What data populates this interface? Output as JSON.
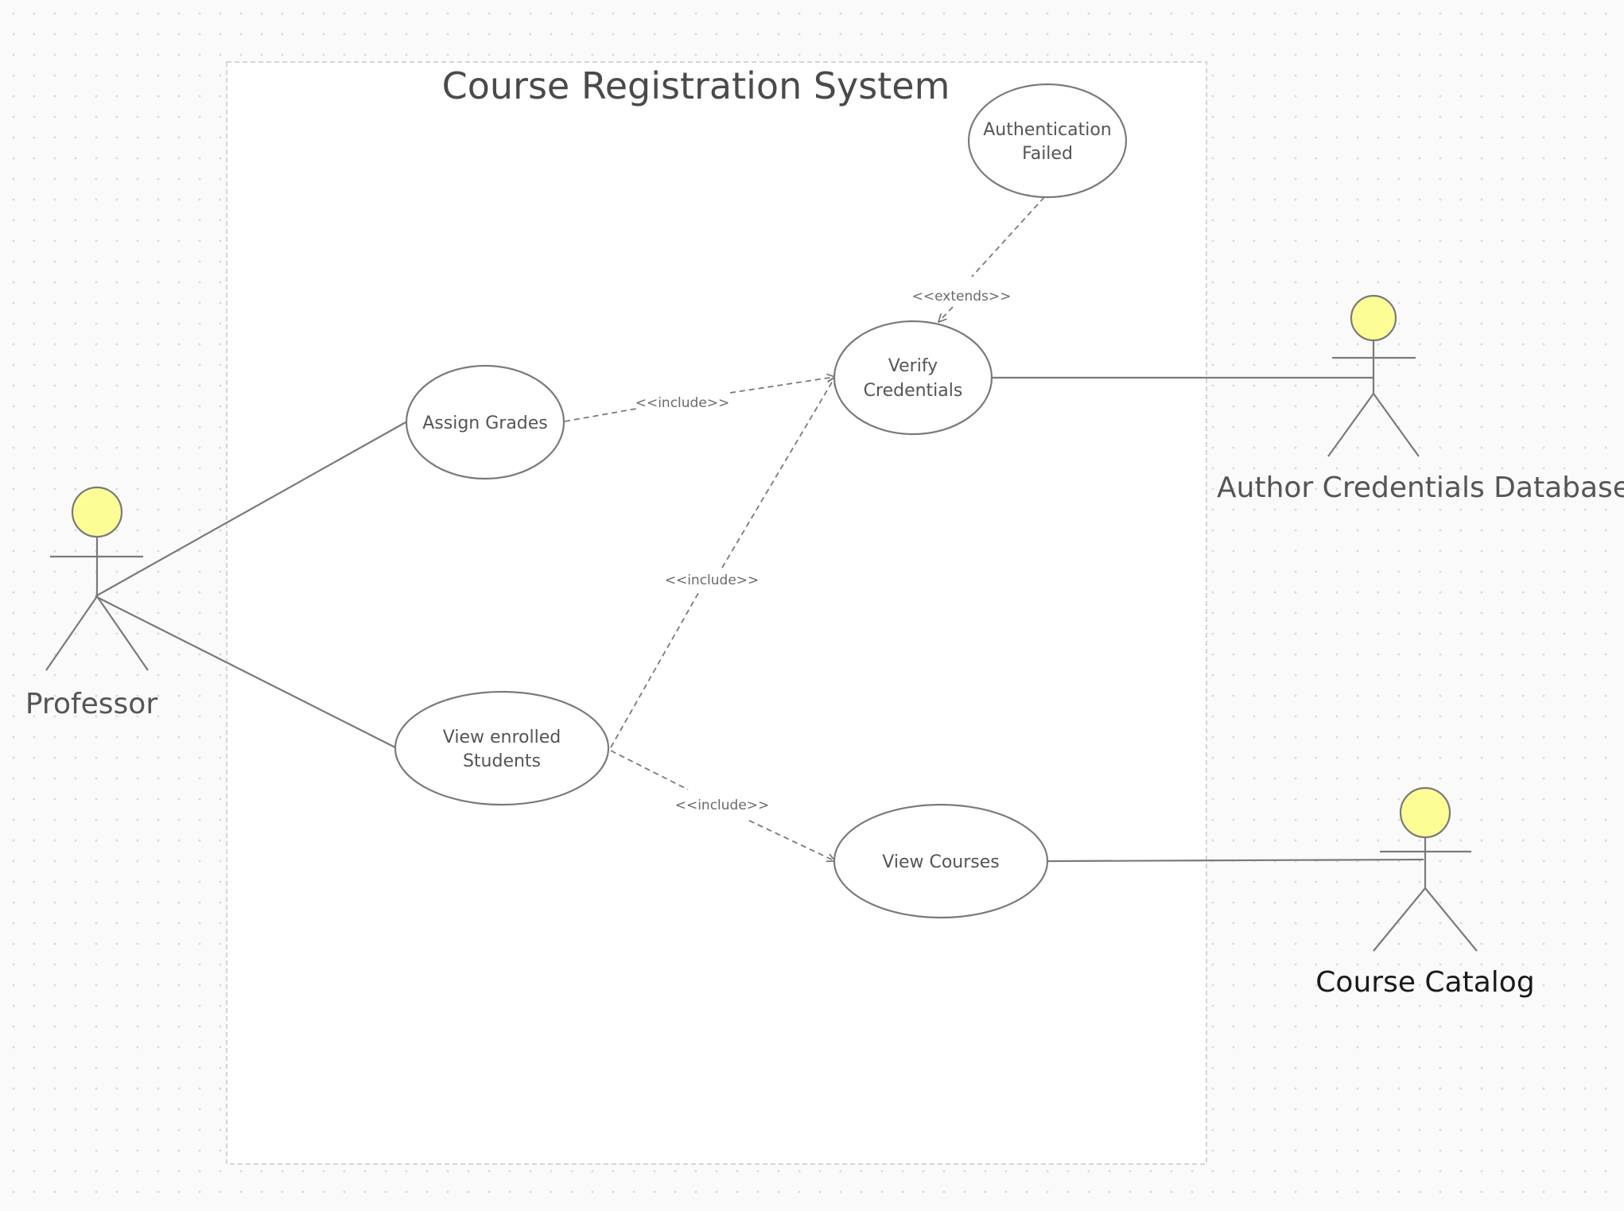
{
  "system": {
    "title": "Course Registration System"
  },
  "actors": {
    "professor": {
      "label": "Professor"
    },
    "auth_db": {
      "label": "Author Credentials Database"
    },
    "catalog": {
      "label": "Course Catalog"
    }
  },
  "use_cases": {
    "auth_failed": {
      "line1": "Authentication",
      "line2": "Failed"
    },
    "verify": {
      "line1": "Verify",
      "line2": "Credentials"
    },
    "assign": {
      "line1": "Assign Grades"
    },
    "view_enrolled": {
      "line1": "View enrolled",
      "line2": "Students"
    },
    "view_courses": {
      "line1": "View Courses"
    }
  },
  "relations": {
    "extends_label": "<<extends>>",
    "include_assign_verify": "<<include>>",
    "include_enrolled_verify": "<<include>>",
    "include_enrolled_courses": "<<include>>"
  },
  "colors": {
    "actor_head": "#fdfd96",
    "stroke": "#7a7a7a",
    "system_border": "#d5d5d8",
    "system_fill": "#ffffff",
    "title_text": "#4a4a4a",
    "actor_text": "#555555",
    "catalog_text": "#1a1a1a"
  }
}
